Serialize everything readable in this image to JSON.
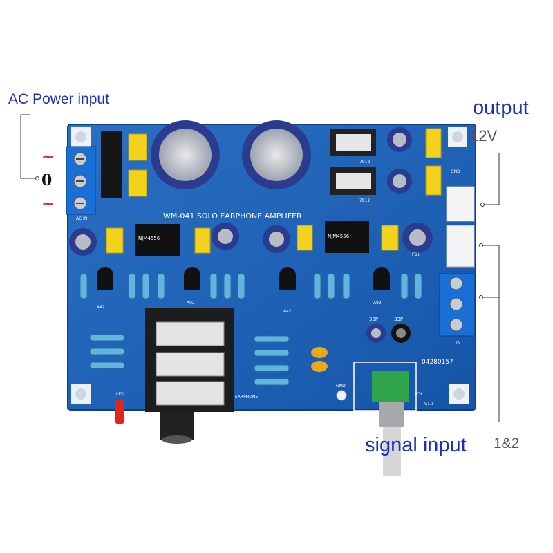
{
  "labels": {
    "ac_power_input": "AC Power input",
    "output": "output",
    "voltage": "12V",
    "signal_input": "signal input",
    "channels": "1&2"
  },
  "ac_symbols": {
    "top": "~",
    "middle": "0",
    "bottom": "~"
  },
  "board": {
    "title": "WM-041 SOLO EARPHONE AMPLIFER",
    "code": "04280157",
    "ic_left": "NJM4556",
    "ic_right": "NJM4556",
    "marks": [
      "AC IN",
      "GND",
      "A42",
      "A92",
      "EARPHONE",
      "LED",
      "VOL",
      "33P",
      "IN",
      "V1.1",
      "7812",
      "7912",
      "FS1"
    ]
  },
  "colors": {
    "pcb": "#1b63b8",
    "annotation_blue": "#1e2fb8",
    "terminal": "#1a6fd6",
    "capacitor": "#2b3c8f",
    "film_cap": "#f2d21b"
  }
}
